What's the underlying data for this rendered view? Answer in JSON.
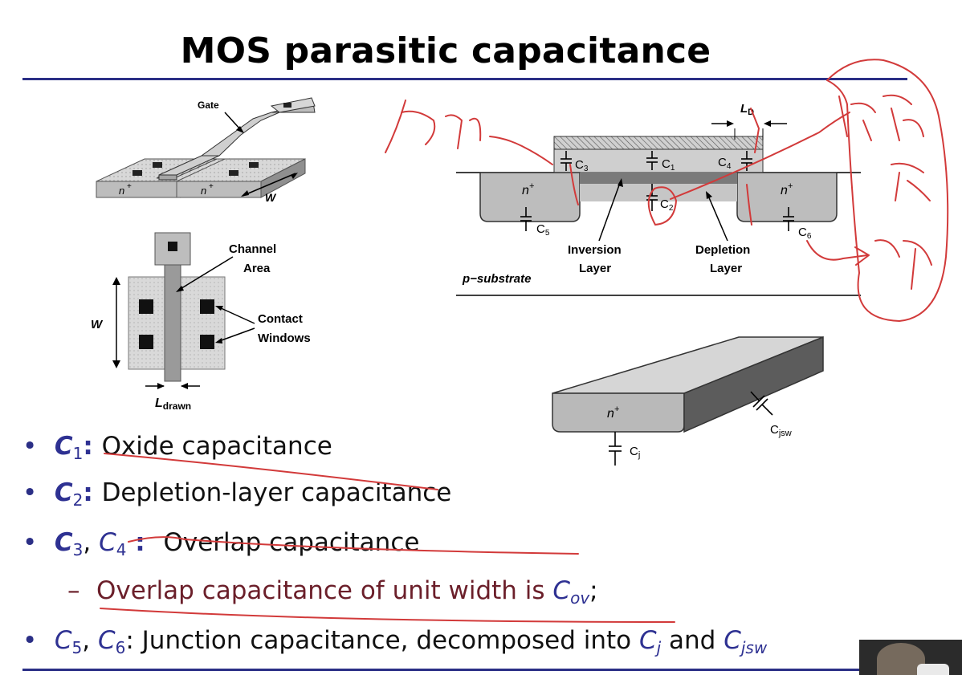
{
  "slide": {
    "title": "MOS parasitic capacitance"
  },
  "figure_3d": {
    "gate": "Gate",
    "source": "n",
    "drain": "n",
    "plus": "+",
    "width": "W"
  },
  "figure_layout": {
    "channel_1": "Channel",
    "channel_2": "Area",
    "contact_1": "Contact",
    "contact_2": "Windows",
    "width": "W",
    "length": "L",
    "length_sub": "drawn"
  },
  "figure_cross": {
    "ld": "L",
    "ld_sub": "D",
    "c1": "C",
    "c1_sub": "1",
    "c2": "C",
    "c2_sub": "2",
    "c3": "C",
    "c3_sub": "3",
    "c4": "C",
    "c4_sub": "4",
    "c5": "C",
    "c5_sub": "5",
    "c6": "C",
    "c6_sub": "6",
    "n_left": "n",
    "n_right": "n",
    "plus": "+",
    "inversion_1": "Inversion",
    "inversion_2": "Layer",
    "depletion_1": "Depletion",
    "depletion_2": "Layer",
    "substrate": "p−substrate"
  },
  "figure_junction": {
    "n": "n",
    "plus": "+",
    "cj": "C",
    "cj_sub": "j",
    "cjsw": "C",
    "cjsw_sub": "jsw"
  },
  "bullets": {
    "b1": {
      "sym": "C",
      "sub": "1",
      "sep": ": ",
      "text": "Oxide capacitance"
    },
    "b2": {
      "sym": "C",
      "sub": "2",
      "sep": ": ",
      "text": "Depletion-layer capacitance"
    },
    "b3": {
      "sym_a": "C",
      "sub_a": "3",
      "comma": ", ",
      "sym_b": "C",
      "sub_b": "4",
      "sep": " : ",
      "text": "Overlap capacitance"
    },
    "sub1": {
      "dash": "–",
      "text": "Overlap capacitance of unit width is ",
      "sym": "C",
      "sub": "ov",
      "end": ";"
    },
    "b4": {
      "sym_a": "C",
      "sub_a": "5",
      "comma": ", ",
      "sym_b": "C",
      "sub_b": "6",
      "text": ": Junction capacitance, decomposed into ",
      "sym_c": "C",
      "sub_c": "j",
      "and": " and ",
      "sym_d": "C",
      "sub_d": "jsw"
    }
  },
  "colors": {
    "accent_blue": "#2b2f86",
    "symbol_blue": "#2e3192",
    "sub_bullet_maroon": "#6b1f2a",
    "ink_red": "#d23a3a"
  }
}
